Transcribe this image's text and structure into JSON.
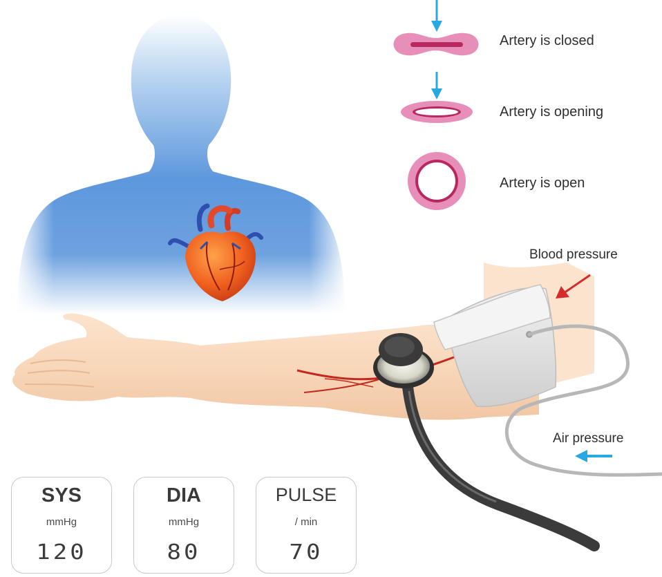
{
  "artery_states": [
    {
      "label": "Artery is closed"
    },
    {
      "label": "Artery is opening"
    },
    {
      "label": "Artery is open"
    }
  ],
  "pressure_labels": {
    "blood": "Blood pressure",
    "air": "Air pressure"
  },
  "readings": [
    {
      "title": "SYS",
      "unit": "mmHg",
      "value": "120"
    },
    {
      "title": "DIA",
      "unit": "mmHg",
      "value": "80"
    },
    {
      "title": "PULSE",
      "unit": "/ min",
      "value": "70"
    }
  ],
  "colors": {
    "artery_wall": "#e78fb9",
    "artery_inner": "#b8285e",
    "down_arrow": "#29a9e1",
    "blood_arrow": "#d42c2c",
    "body_glow": "#3f86d6",
    "heart": "#ee5a24",
    "skin": "#f7d3b5",
    "cuff": "#e4e4e4",
    "tube": "#b7b7b7",
    "stethoscope": "#3b3b3b"
  }
}
